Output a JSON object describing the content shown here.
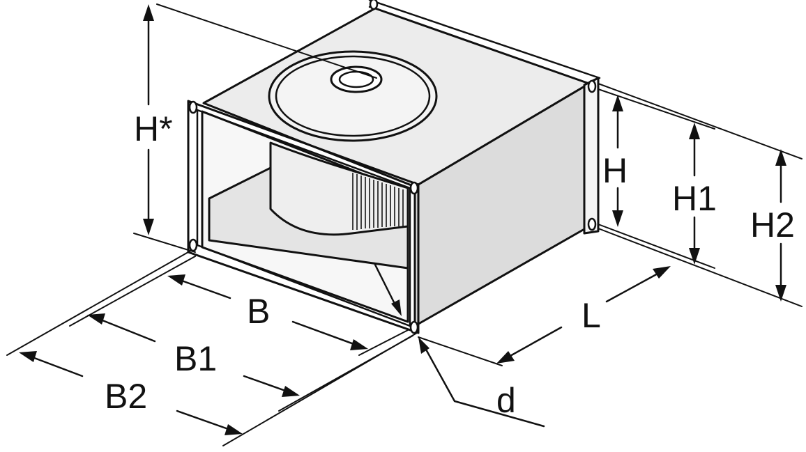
{
  "labels": {
    "h_star": "H*",
    "h": "H",
    "h1": "H1",
    "h2": "H2",
    "b": "B",
    "b1": "B1",
    "b2": "B2",
    "l": "L",
    "d": "d"
  },
  "colors": {
    "line": "#111111",
    "face_top": "#ececec",
    "face_side": "#dcdcdc",
    "face_front": "#f4f4f4",
    "background": "#ffffff"
  }
}
